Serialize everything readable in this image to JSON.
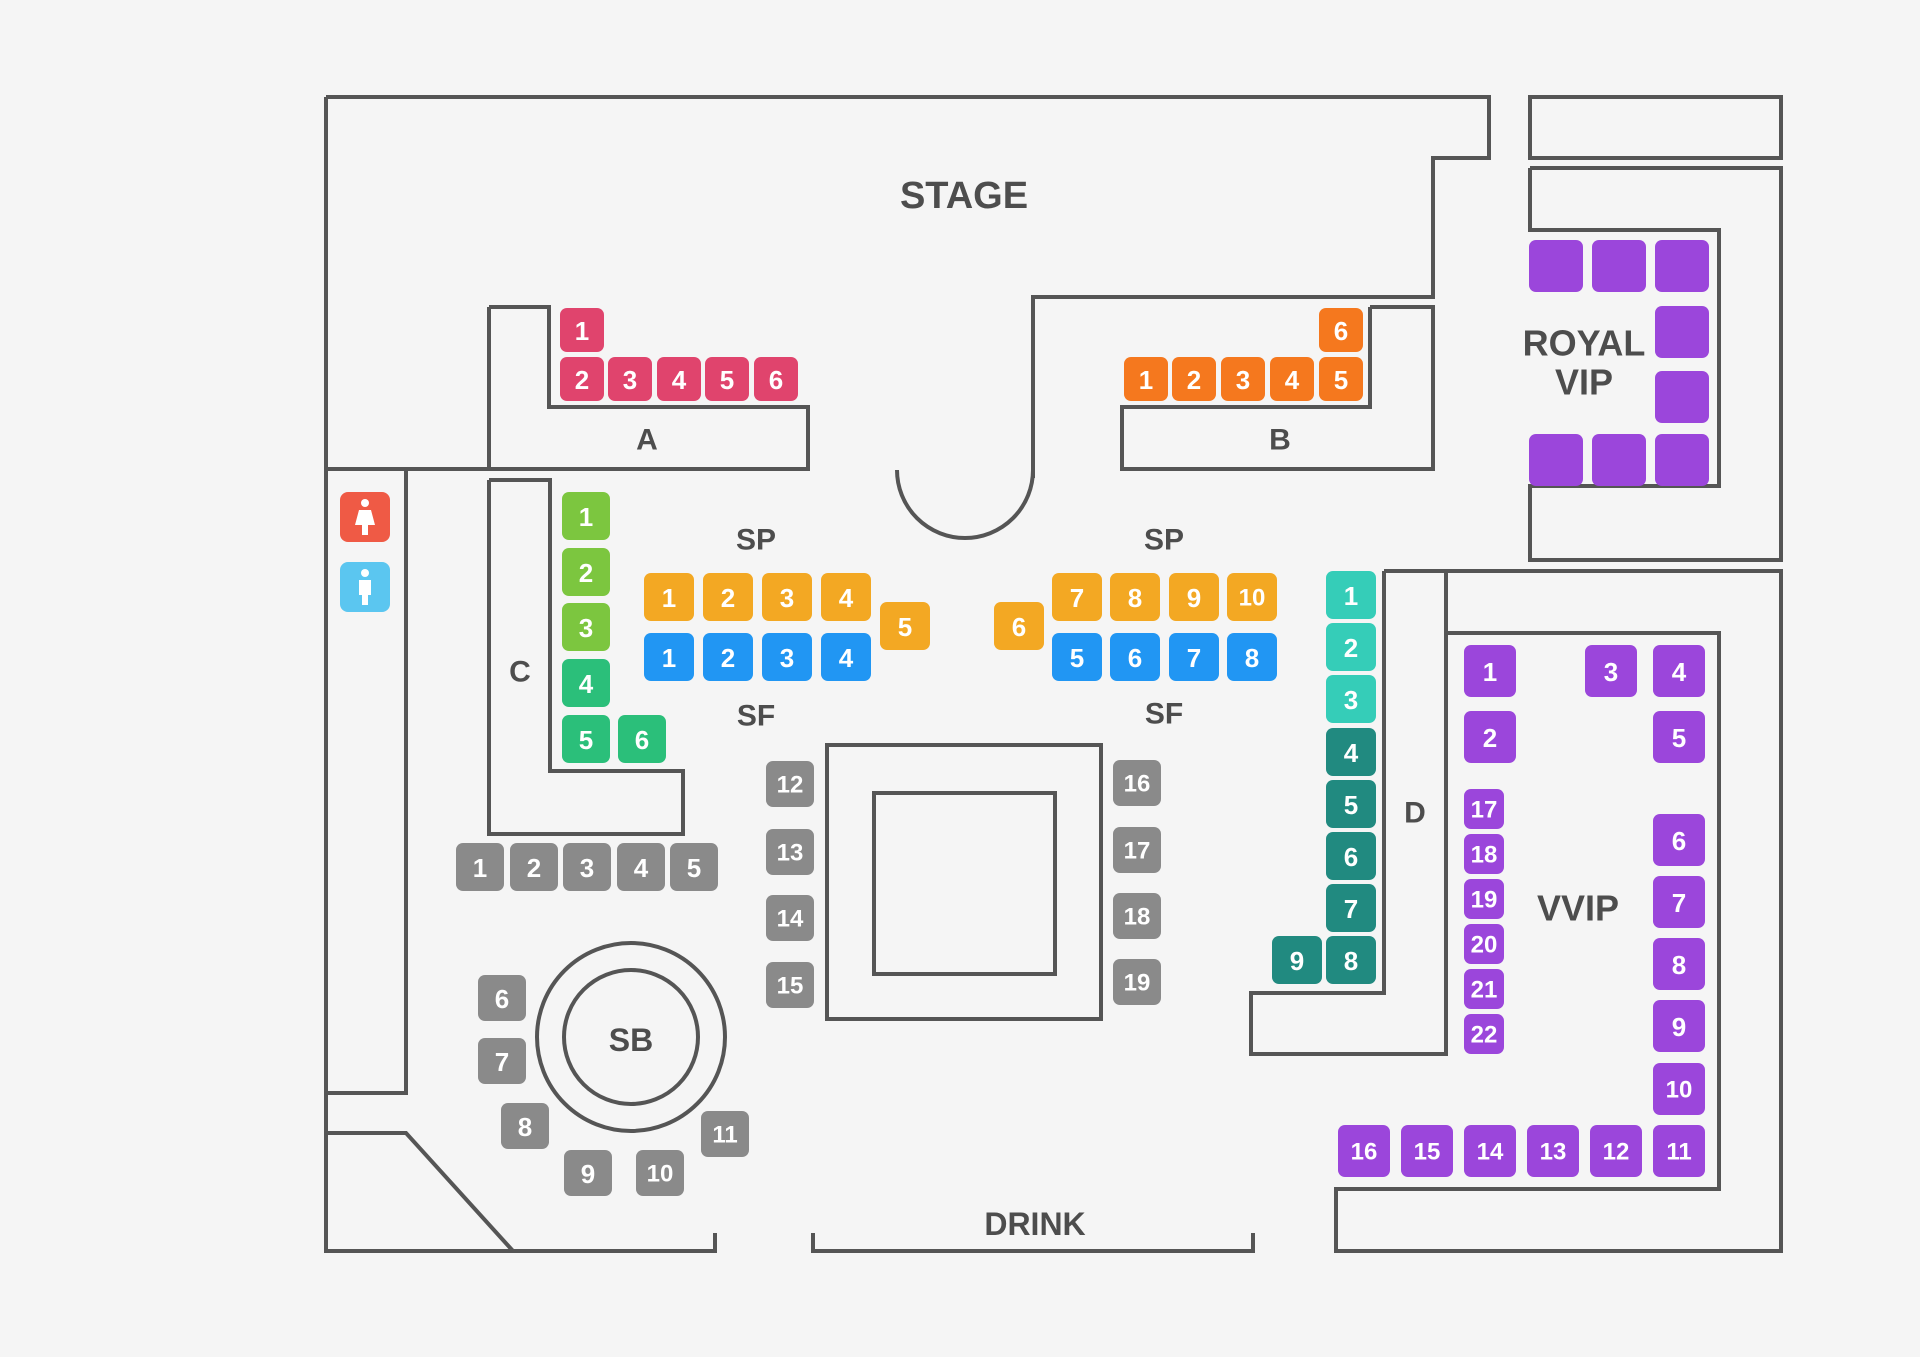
{
  "labels": {
    "stage": "STAGE",
    "royal_vip_line1": "ROYAL",
    "royal_vip_line2": "VIP",
    "zone_a": "A",
    "zone_b": "B",
    "zone_c": "C",
    "zone_d": "D",
    "sp_left": "SP",
    "sp_right": "SP",
    "sf_left": "SF",
    "sf_right": "SF",
    "sb": "SB",
    "vvip": "VVIP",
    "drink": "DRINK"
  },
  "colors": {
    "zone_a": "#e0446d",
    "zone_b": "#f5781e",
    "zone_c": "#7cc63f",
    "zone_c_lower": "#2bbf7a",
    "zone_d_light": "#35cdb8",
    "zone_d_dark": "#218a80",
    "sp": "#f3a823",
    "sf": "#2196f3",
    "gray": "#8a8a8a",
    "purple": "#9b46db",
    "restroom_female": "#ef5a45",
    "restroom_male": "#5bc6f0",
    "wall": "#555555",
    "background": "#f5f5f5"
  },
  "icons": {
    "female": "restroom-female-icon",
    "male": "restroom-male-icon"
  },
  "seat_groups": [
    {
      "id": "a",
      "colorKey": "zone_a",
      "labels": [
        "1",
        "2",
        "3",
        "4",
        "5",
        "6"
      ]
    },
    {
      "id": "b",
      "colorKey": "zone_b",
      "labels": [
        "1",
        "2",
        "3",
        "4",
        "5",
        "6"
      ]
    },
    {
      "id": "c",
      "colorKey": "zone_c",
      "labels": [
        "1",
        "2",
        "3",
        "4",
        "5",
        "6"
      ]
    },
    {
      "id": "sp-left",
      "colorKey": "sp",
      "labels": [
        "1",
        "2",
        "3",
        "4",
        "5"
      ]
    },
    {
      "id": "sf-left",
      "colorKey": "sf",
      "labels": [
        "1",
        "2",
        "3",
        "4"
      ]
    },
    {
      "id": "sp-right",
      "colorKey": "sp",
      "labels": [
        "6",
        "7",
        "8",
        "9",
        "10"
      ]
    },
    {
      "id": "sf-right",
      "colorKey": "sf",
      "labels": [
        "5",
        "6",
        "7",
        "8"
      ]
    },
    {
      "id": "d",
      "colorKey": "zone_d_dark",
      "labels": [
        "1",
        "2",
        "3",
        "4",
        "5",
        "6",
        "7",
        "8",
        "9"
      ]
    },
    {
      "id": "gray-row",
      "colorKey": "gray",
      "labels": [
        "1",
        "2",
        "3",
        "4",
        "5"
      ]
    },
    {
      "id": "sb",
      "colorKey": "gray",
      "labels": [
        "6",
        "7",
        "8",
        "9",
        "10",
        "11"
      ]
    },
    {
      "id": "center-left",
      "colorKey": "gray",
      "labels": [
        "12",
        "13",
        "14",
        "15"
      ]
    },
    {
      "id": "center-right",
      "colorKey": "gray",
      "labels": [
        "16",
        "17",
        "18",
        "19"
      ]
    },
    {
      "id": "vvip",
      "colorKey": "purple",
      "labels": [
        "1",
        "2",
        "3",
        "4",
        "5",
        "6",
        "7",
        "8",
        "9",
        "10",
        "11",
        "12",
        "13",
        "14",
        "15",
        "16",
        "17",
        "18",
        "19",
        "20",
        "21",
        "22"
      ]
    },
    {
      "id": "royal-vip",
      "colorKey": "purple",
      "labels": [
        "",
        "",
        "",
        "",
        "",
        "",
        "",
        ""
      ]
    }
  ]
}
